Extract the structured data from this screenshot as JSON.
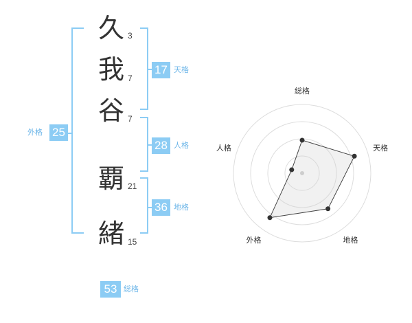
{
  "name": [
    {
      "char": "久",
      "strokes": "3"
    },
    {
      "char": "我",
      "strokes": "7"
    },
    {
      "char": "谷",
      "strokes": "7"
    },
    {
      "char": "覇",
      "strokes": "21"
    },
    {
      "char": "緒",
      "strokes": "15"
    }
  ],
  "kakusu": {
    "tenkaku": {
      "value": "17",
      "label": "天格"
    },
    "jinkaku": {
      "value": "28",
      "label": "人格"
    },
    "chikaku": {
      "value": "36",
      "label": "地格"
    },
    "gaikaku": {
      "value": "25",
      "label": "外格"
    },
    "soukaku": {
      "value": "53",
      "label": "総格"
    }
  },
  "colors": {
    "accent": "#8cccf4",
    "accent_text": "#6bb5e8"
  },
  "chart_data": {
    "type": "radar",
    "axes": [
      "総格",
      "天格",
      "地格",
      "外格",
      "人格"
    ],
    "values": [
      3,
      5,
      4,
      5,
      1
    ],
    "max": 5,
    "rings": 4
  }
}
